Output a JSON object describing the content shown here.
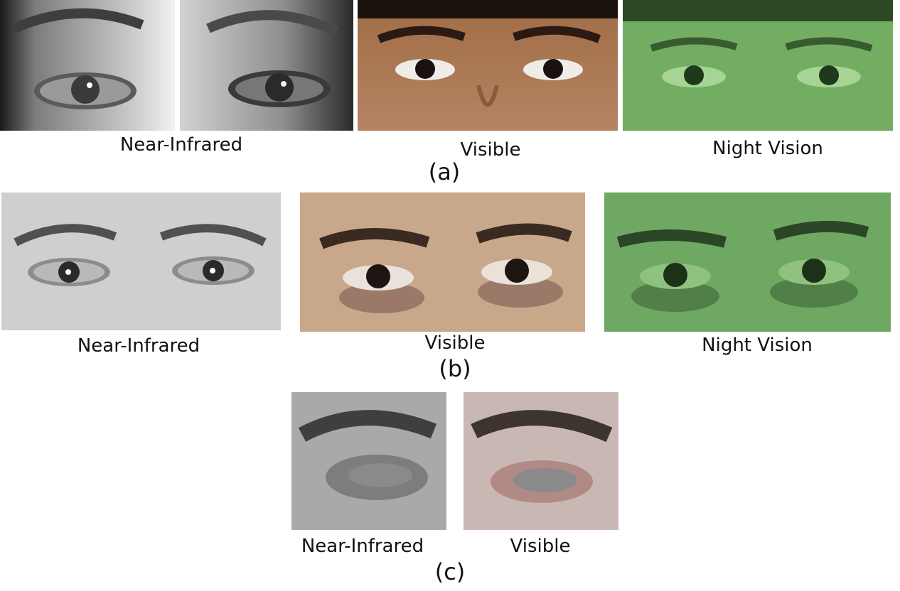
{
  "figure": {
    "row_a": {
      "label": "(a)",
      "captions": {
        "nir": "Near-Infrared",
        "visible": "Visible",
        "night": "Night Vision"
      }
    },
    "row_b": {
      "label": "(b)",
      "captions": {
        "nir": "Near-Infrared",
        "visible": "Visible",
        "night": "Night Vision"
      }
    },
    "row_c": {
      "label": "(c)",
      "captions": {
        "nir": "Near-Infrared",
        "visible": "Visible"
      }
    }
  },
  "colors": {
    "nir_skin": "#a9a9a9",
    "visible_skin_a": "#b07a55",
    "visible_skin_b": "#c9a78a",
    "night_vision": "#6fa862",
    "occlusion_gray": "#8a8a8a"
  }
}
